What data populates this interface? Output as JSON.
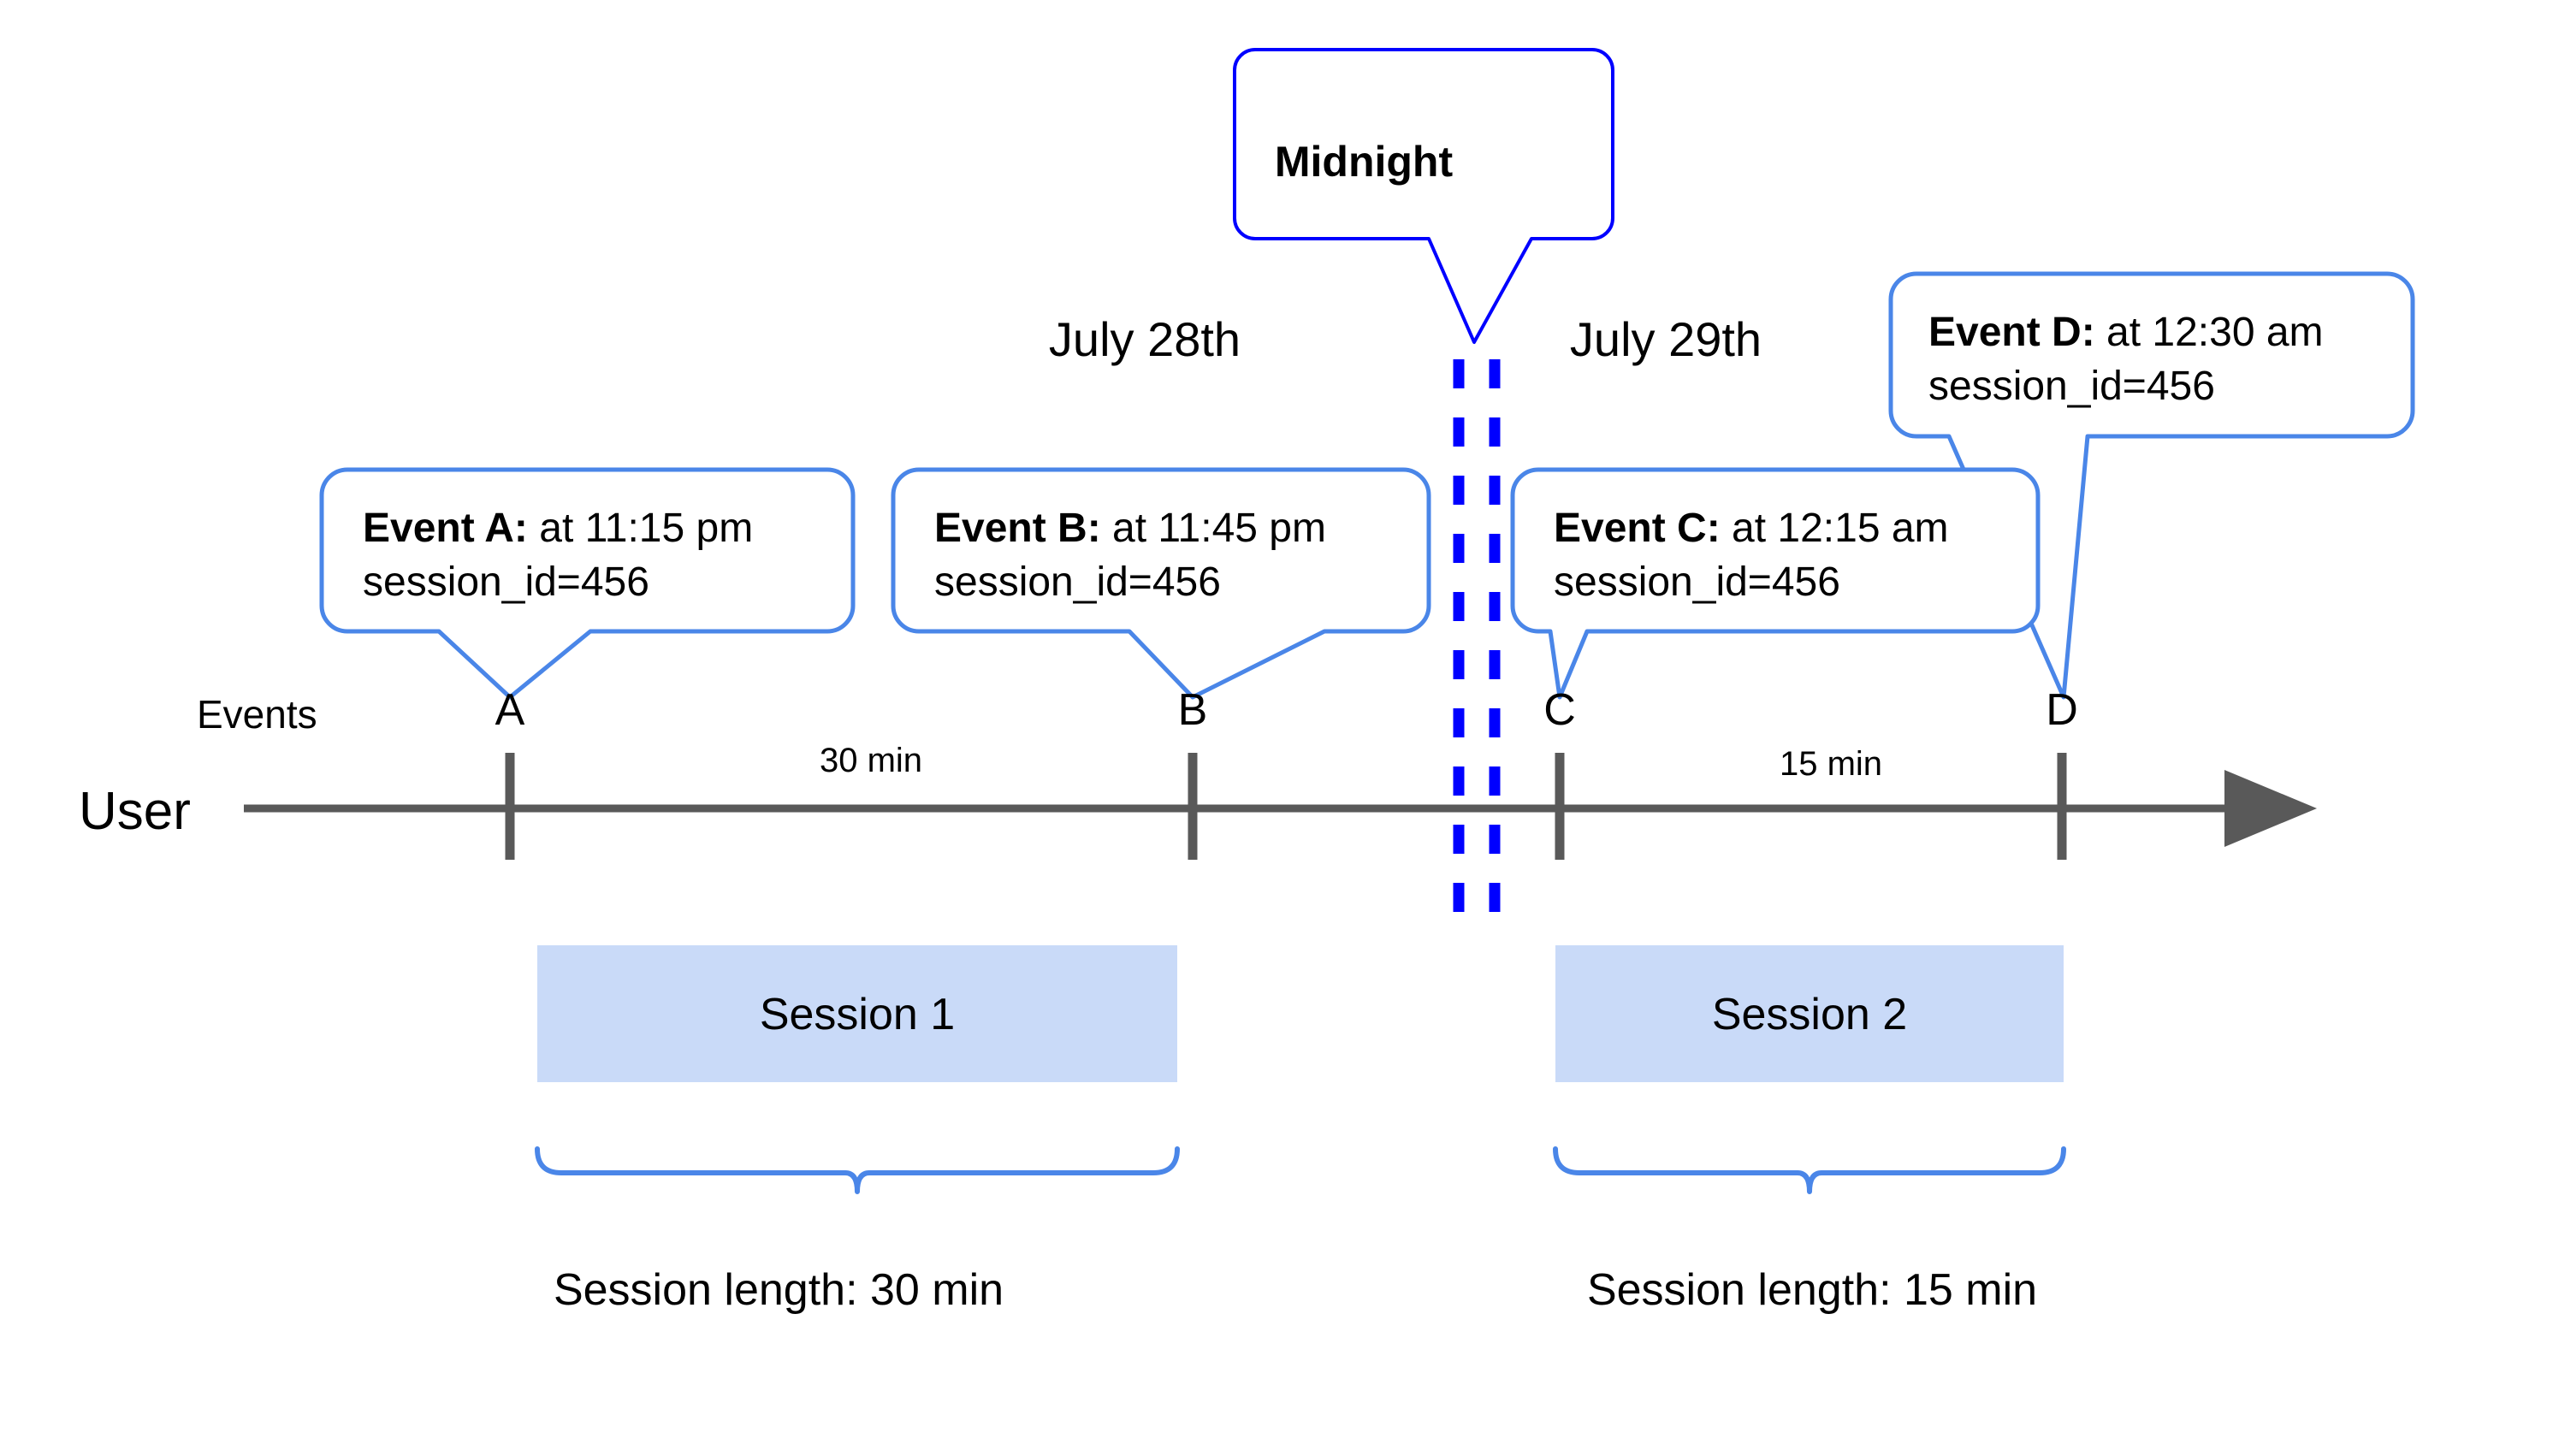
{
  "diagram": {
    "title": "User session timeline across midnight",
    "colors": {
      "callout_border": "#4a86e8",
      "midnight_border": "#0000ff",
      "midnight_dash": "#0000ff",
      "session_fill": "#c9daf8",
      "axis": "#595959",
      "brace": "#4a86e8",
      "text": "#000000",
      "background": "#ffffff"
    }
  },
  "axis": {
    "row_label": "User",
    "events_label": "Events",
    "tick_labels": [
      "A",
      "B",
      "C",
      "D"
    ],
    "gap_labels": [
      {
        "text": "30 min"
      },
      {
        "text": "15 min"
      }
    ]
  },
  "dates": [
    {
      "label": "July 28th"
    },
    {
      "label": "July 29th"
    }
  ],
  "midnight": {
    "label": "Midnight"
  },
  "callouts": [
    {
      "id": "event-a",
      "title": "Event A:",
      "detail": " at 11:15 pm",
      "line2": "session_id=456"
    },
    {
      "id": "event-b",
      "title": "Event B:",
      "detail": " at 11:45 pm",
      "line2": "session_id=456"
    },
    {
      "id": "event-c",
      "title": "Event C:",
      "detail": " at 12:15 am",
      "line2": "session_id=456"
    },
    {
      "id": "event-d",
      "title": "Event D:",
      "detail": " at 12:30 am",
      "line2": "session_id=456"
    }
  ],
  "sessions": [
    {
      "id": "session-1",
      "bar_label": "Session 1",
      "length_label": "Session length: 30 min"
    },
    {
      "id": "session-2",
      "bar_label": "Session 2",
      "length_label": "Session length: 15 min"
    }
  ]
}
